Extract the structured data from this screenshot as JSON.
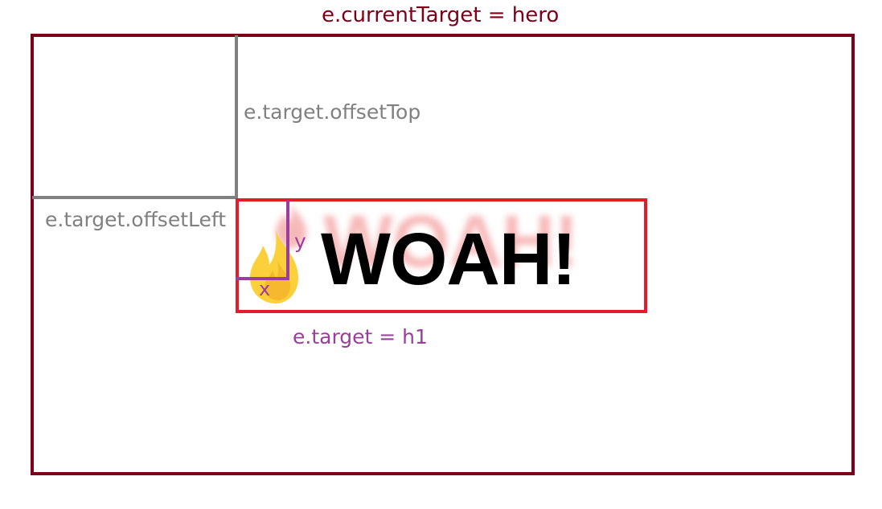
{
  "labels": {
    "current_target": "e.currentTarget = hero",
    "offset_top": "e.target.offsetTop",
    "offset_left": "e.target.offsetLeft",
    "target": "e.target = h1",
    "mouse_x": "x",
    "mouse_y": "y"
  },
  "heading": {
    "text": "WOAH!",
    "shadow_text": "WOAH!",
    "icon": "flame-icon"
  },
  "colors": {
    "hero_border": "#7d0019",
    "h1_border": "#e31b2c",
    "offset_lines": "#808080",
    "mouse_lines": "#9b3e9b",
    "shadow": "#f08080",
    "flame": "#fcd03a"
  }
}
